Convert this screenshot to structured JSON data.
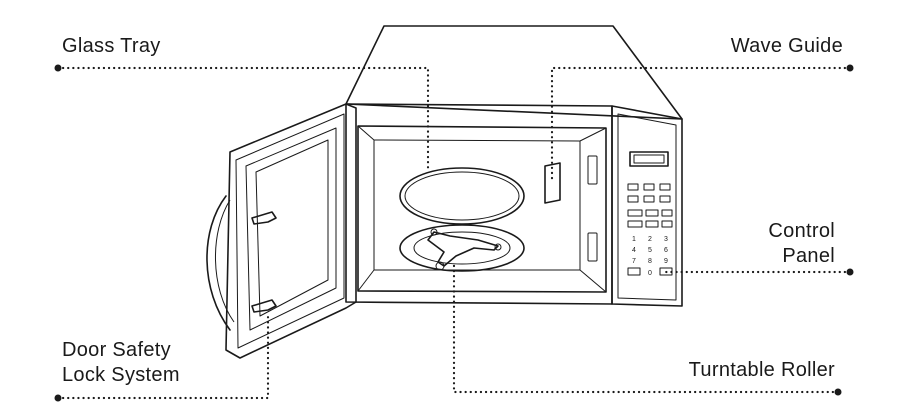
{
  "labels": {
    "glass_tray": "Glass Tray",
    "wave_guide": "Wave Guide",
    "control_panel_line1": "Control",
    "control_panel_line2": "Panel",
    "door_safety_line1": "Door Safety",
    "door_safety_line2": "Lock System",
    "turntable_roller": "Turntable Roller"
  },
  "keypad": {
    "row1": [
      "1",
      "2",
      "3"
    ],
    "row2": [
      "4",
      "5",
      "6"
    ],
    "row3": [
      "7",
      "8",
      "9"
    ],
    "row4": [
      "0"
    ]
  }
}
